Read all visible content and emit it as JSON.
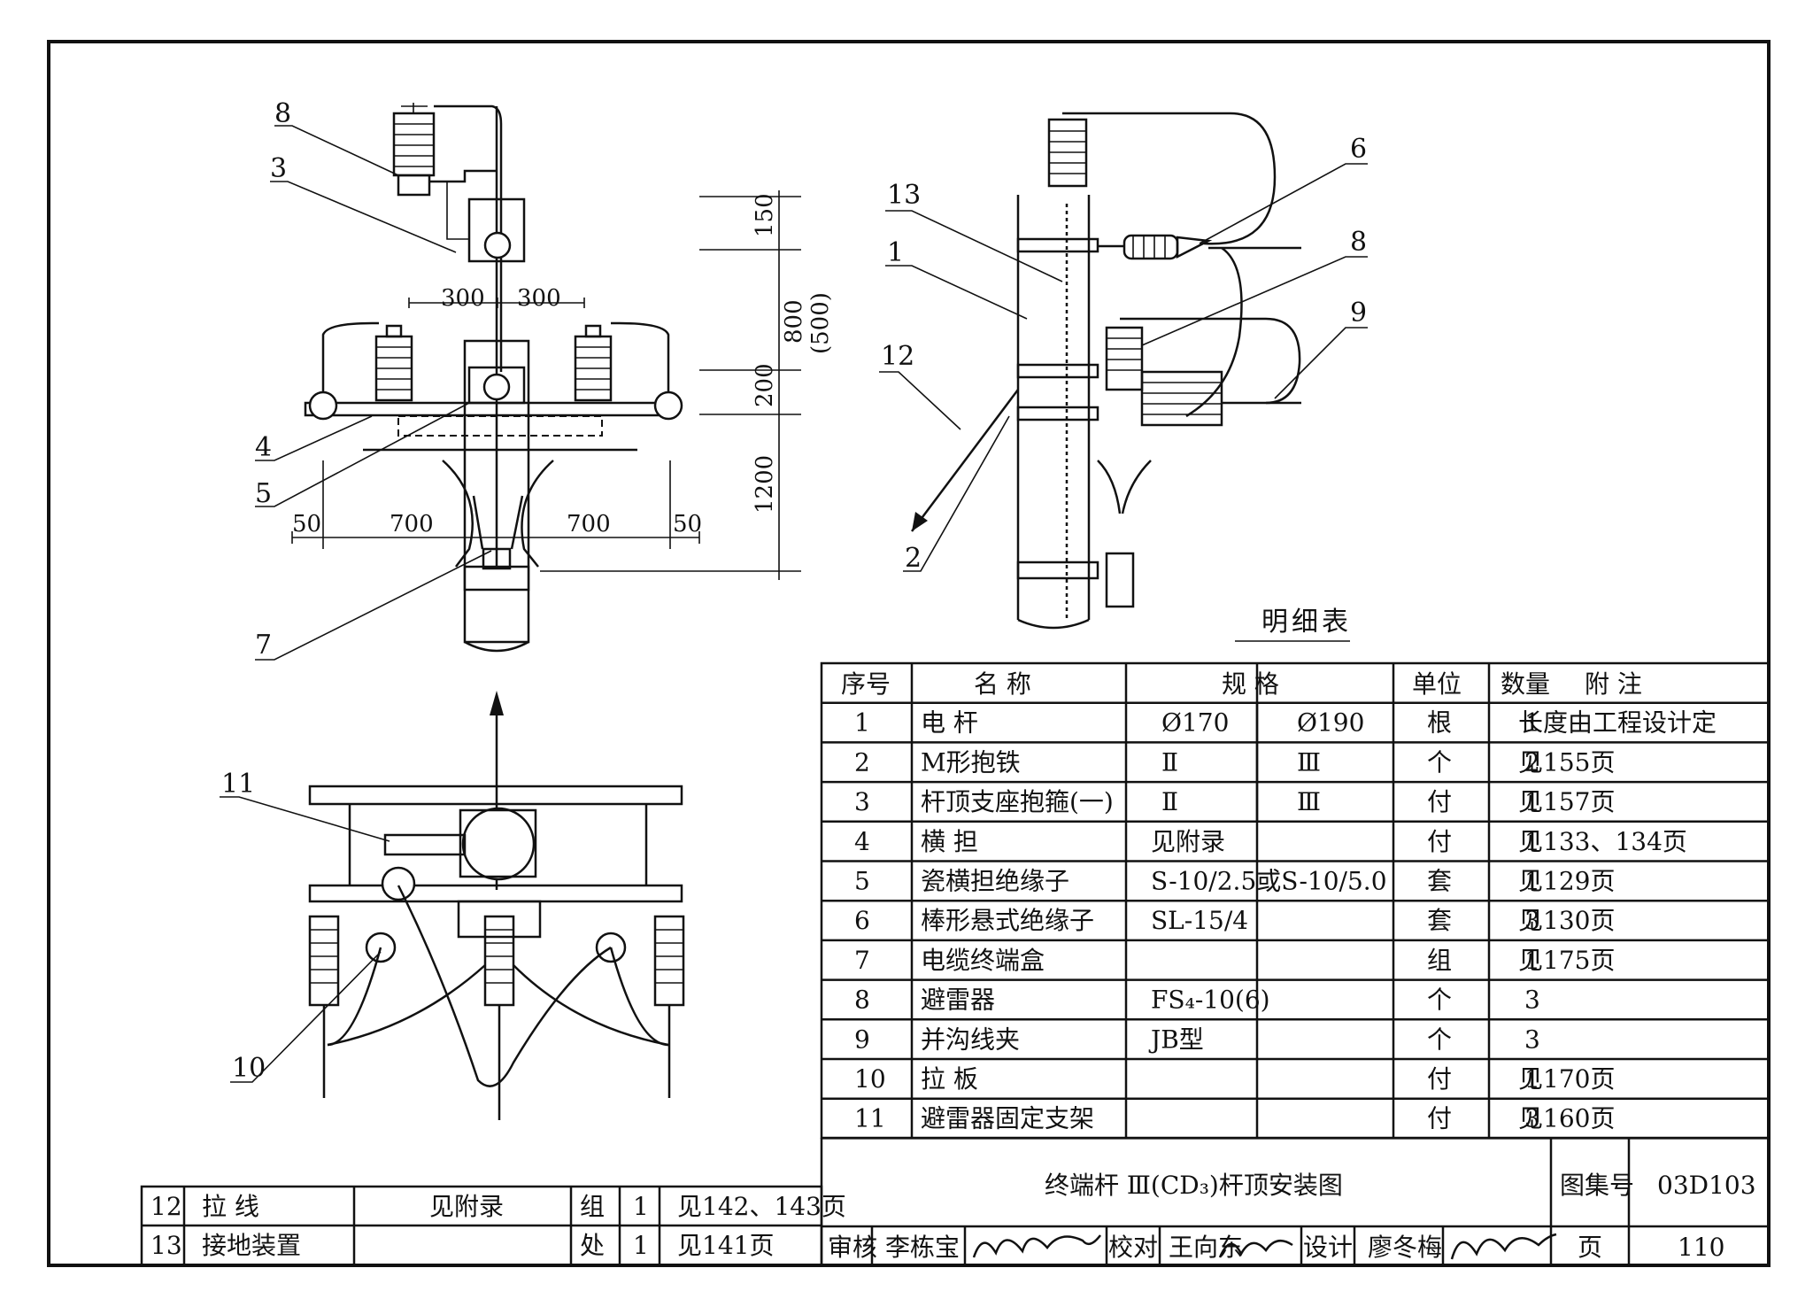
{
  "dimensions": {
    "front": [
      "300",
      "300",
      "150",
      "800",
      "(500)",
      "200",
      "1200",
      "50",
      "700",
      "700",
      "50"
    ]
  },
  "callouts": {
    "front": [
      "8",
      "3",
      "4",
      "5",
      "7"
    ],
    "side": [
      "13",
      "1",
      "12",
      "2",
      "6",
      "8",
      "9"
    ],
    "plan": [
      "11",
      "10"
    ]
  },
  "bom": {
    "title": "明细表",
    "headers": [
      "序号",
      "名  称",
      "规    格",
      "单位",
      "数量",
      "附  注"
    ],
    "rows": [
      {
        "no": "1",
        "name": "电    杆",
        "spec1": "Ø170",
        "spec2": "Ø190",
        "unit": "根",
        "qty": "1",
        "note": "长度由工程设计定"
      },
      {
        "no": "2",
        "name": "M形抱铁",
        "spec1": "Ⅱ",
        "spec2": "Ⅲ",
        "unit": "个",
        "qty": "2",
        "note": "见155页"
      },
      {
        "no": "3",
        "name": "杆顶支座抱箍(一)",
        "spec1": "Ⅱ",
        "spec2": "Ⅲ",
        "unit": "付",
        "qty": "1",
        "note": "见157页"
      },
      {
        "no": "4",
        "name": "横    担",
        "spec": "见附录",
        "unit": "付",
        "qty": "1",
        "note": "见133、134页"
      },
      {
        "no": "5",
        "name": "瓷横担绝缘子",
        "spec": "S-10/2.5或S-10/5.0",
        "unit": "套",
        "qty": "1",
        "note": "见129页"
      },
      {
        "no": "6",
        "name": "棒形悬式绝缘子",
        "spec": "SL-15/4",
        "unit": "套",
        "qty": "3",
        "note": "见130页"
      },
      {
        "no": "7",
        "name": "电缆终端盒",
        "spec": "",
        "unit": "组",
        "qty": "1",
        "note": "见175页"
      },
      {
        "no": "8",
        "name": "避雷器",
        "spec": "FS₄-10(6)",
        "unit": "个",
        "qty": "3",
        "note": ""
      },
      {
        "no": "9",
        "name": "并沟线夹",
        "spec": "JB型",
        "unit": "个",
        "qty": "3",
        "note": ""
      },
      {
        "no": "10",
        "name": "拉    板",
        "spec": "",
        "unit": "付",
        "qty": "1",
        "note": "见170页"
      },
      {
        "no": "11",
        "name": "避雷器固定支架",
        "spec": "",
        "unit": "付",
        "qty": "3",
        "note": "见160页"
      }
    ],
    "extra_rows": [
      {
        "no": "12",
        "name": "拉    线",
        "spec": "见附录",
        "unit": "组",
        "qty": "1",
        "note": "见142、143页"
      },
      {
        "no": "13",
        "name": "接地装置",
        "spec": "",
        "unit": "处",
        "qty": "1",
        "note": "见141页"
      }
    ]
  },
  "title_block": {
    "drawing_title": "终端杆 Ⅲ(CD₃)杆顶安装图",
    "atlas_label": "图集号",
    "atlas_no": "03D103",
    "page_label": "页",
    "page_no": "110",
    "review_label": "审核",
    "reviewer": "李栋宝",
    "check_label": "校对",
    "checker": "王向东",
    "design_label": "设计",
    "designer": "廖冬梅"
  }
}
